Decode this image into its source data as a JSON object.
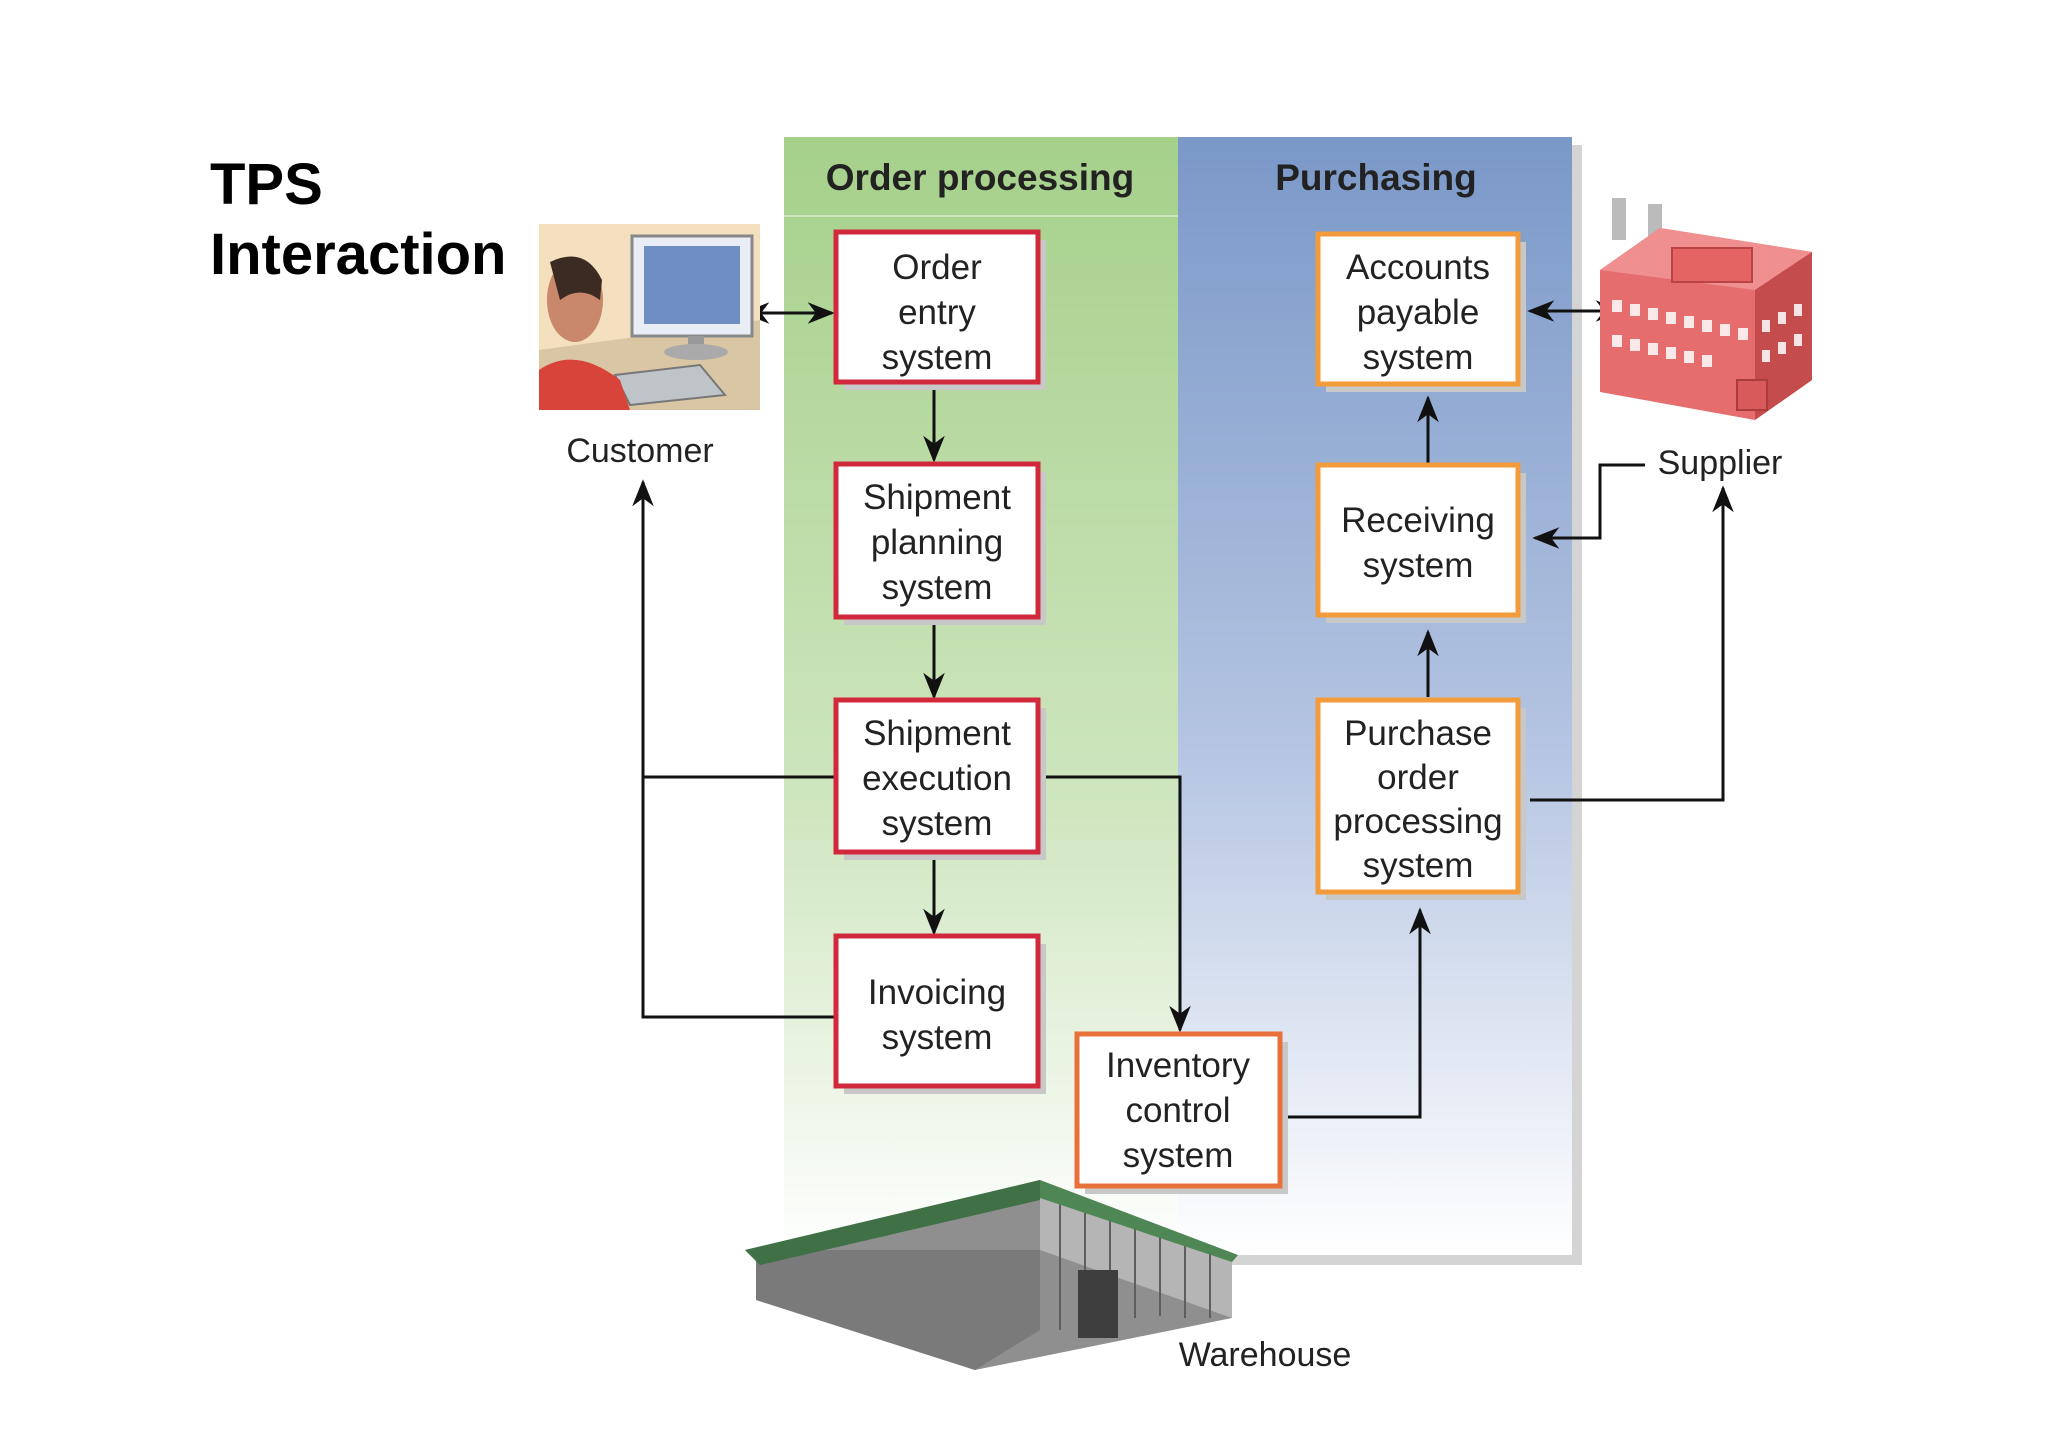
{
  "title": {
    "line1": "TPS",
    "line2": "Interaction"
  },
  "panels": {
    "order_processing": "Order processing",
    "purchasing": "Purchasing"
  },
  "systems": {
    "order_entry": [
      "Order",
      "entry",
      "system"
    ],
    "shipment_planning": [
      "Shipment",
      "planning",
      "system"
    ],
    "shipment_execution": [
      "Shipment",
      "execution",
      "system"
    ],
    "invoicing": [
      "Invoicing",
      "system"
    ],
    "inventory_control": [
      "Inventory",
      "control",
      "system"
    ],
    "accounts_payable": [
      "Accounts",
      "payable",
      "system"
    ],
    "receiving": [
      "Receiving",
      "system"
    ],
    "purchase_order_processing": [
      "Purchase",
      "order",
      "processing",
      "system"
    ]
  },
  "actors": {
    "customer": "Customer",
    "supplier": "Supplier",
    "warehouse": "Warehouse"
  },
  "colors": {
    "order_panel": "#a9d38e",
    "purchasing_panel": "#7f9cc9",
    "order_border": "#d2283c",
    "purchasing_border": "#f39a3a",
    "inventory_border": "#e8703a"
  }
}
